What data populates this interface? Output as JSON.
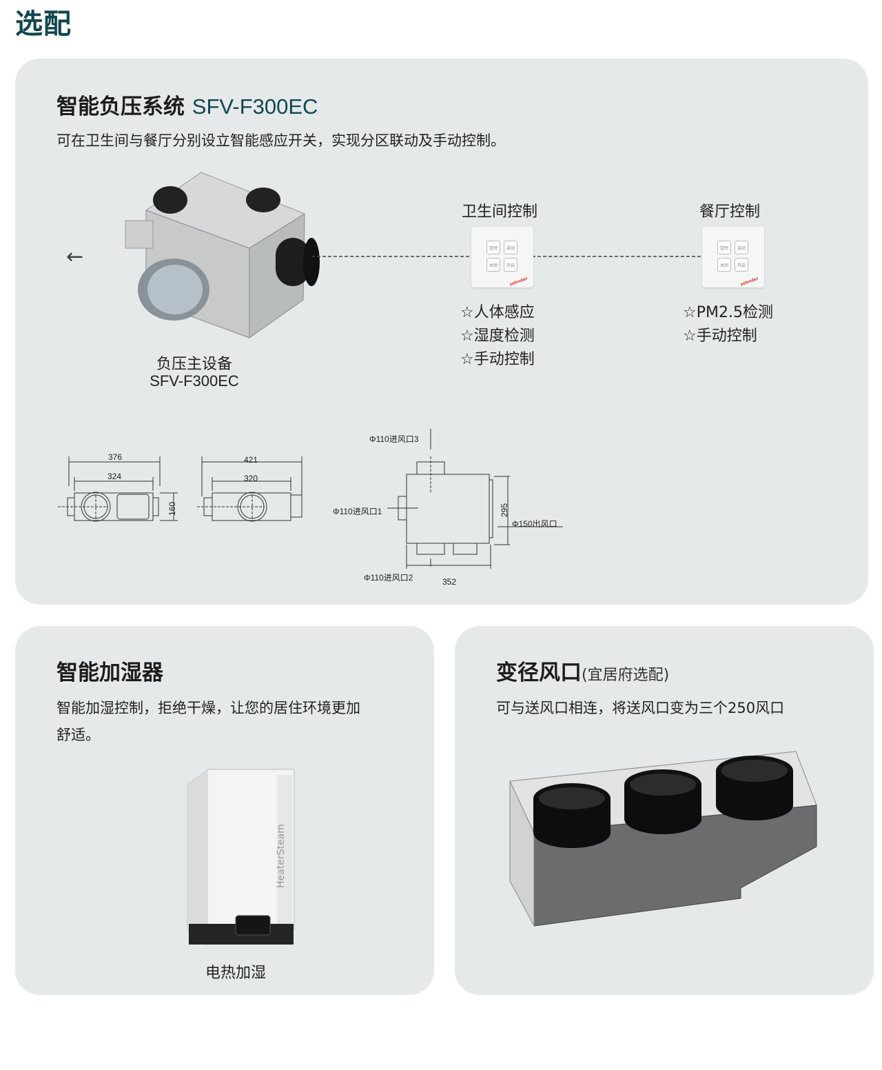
{
  "page": {
    "title": "选配"
  },
  "section1": {
    "title": "智能负压系统",
    "model": "SFV-F300EC",
    "description": "可在卫生间与餐厅分别设立智能感应开关，实现分区联动及手动控制。",
    "device_label_line1": "负压主设备",
    "device_label_line2": "SFV-F300EC",
    "control1": {
      "title": "卫生间控制",
      "features": [
        "☆人体感应",
        "☆湿度检测",
        "☆手动控制"
      ]
    },
    "control2": {
      "title": "餐厅控制",
      "features": [
        "☆PM2.5检测",
        "☆手动控制"
      ]
    },
    "panel_buttons": [
      "定时",
      "自动",
      "关闭",
      "开启"
    ],
    "panel_brand": "zehnder",
    "arrow": "←",
    "drawing": {
      "d1_outer": "376",
      "d1_inner": "324",
      "d1_height": "160",
      "d2_outer": "421",
      "d2_inner": "320",
      "inlet3": "Φ110进风口3",
      "inlet1": "Φ110进风口1",
      "inlet2": "Φ110进风口2",
      "outlet": "Φ150出风口",
      "height": "295",
      "width": "352"
    }
  },
  "section2": {
    "title": "智能加湿器",
    "description_line1": "智能加湿控制，拒绝干燥，让您的居住环境更加",
    "description_line2": "舒适。",
    "device_brand": "HeaterSteam",
    "caption": "电热加湿"
  },
  "section3": {
    "title": "变径风口",
    "title_note": "(宜居府选配)",
    "description": "可与送风口相连，将送风口变为三个250风口"
  }
}
